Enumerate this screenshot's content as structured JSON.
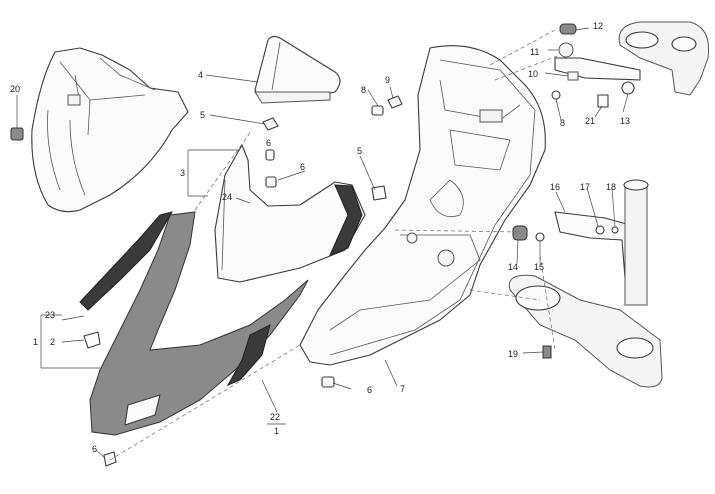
{
  "callouts": [
    {
      "id": "c1",
      "text": "1"
    },
    {
      "id": "c2",
      "text": "2"
    },
    {
      "id": "c3",
      "text": "3"
    },
    {
      "id": "c4",
      "text": "4"
    },
    {
      "id": "c5a",
      "text": "5"
    },
    {
      "id": "c5b",
      "text": "5"
    },
    {
      "id": "c6a",
      "text": "6"
    },
    {
      "id": "c6b",
      "text": "6"
    },
    {
      "id": "c7",
      "text": "7"
    },
    {
      "id": "c8a",
      "text": "8"
    },
    {
      "id": "c8b",
      "text": "8"
    },
    {
      "id": "c9",
      "text": "9"
    },
    {
      "id": "c10",
      "text": "10"
    },
    {
      "id": "c11",
      "text": "11"
    },
    {
      "id": "c12",
      "text": "12"
    },
    {
      "id": "c13",
      "text": "13"
    },
    {
      "id": "c14",
      "text": "14"
    },
    {
      "id": "c15",
      "text": "15"
    },
    {
      "id": "c16",
      "text": "16"
    },
    {
      "id": "c17",
      "text": "17"
    },
    {
      "id": "c18",
      "text": "18"
    },
    {
      "id": "c19",
      "text": "19"
    },
    {
      "id": "c20",
      "text": "20"
    },
    {
      "id": "c21",
      "text": "21"
    },
    {
      "id": "c23",
      "text": "23"
    },
    {
      "id": "c24",
      "text": "24"
    },
    {
      "id": "c6c",
      "text": "6"
    },
    {
      "id": "c6d",
      "text": "6"
    },
    {
      "id": "c22",
      "text": "22"
    },
    {
      "id": "c22s",
      "text": "1"
    }
  ]
}
